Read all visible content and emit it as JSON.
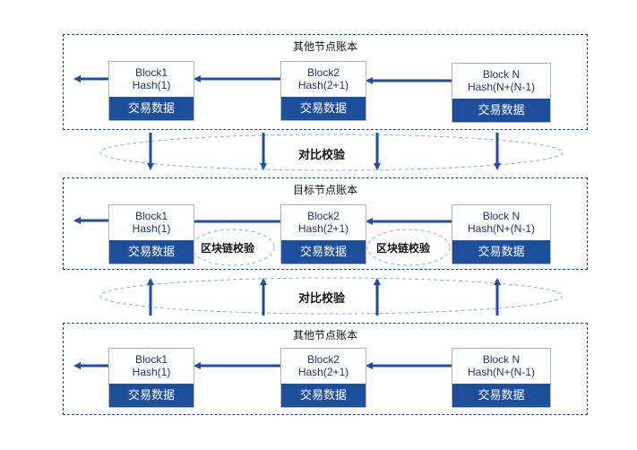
{
  "ledgers": [
    {
      "title": "其他节点账本",
      "blocks": [
        {
          "name": "Block1",
          "hash": "Hash(1)",
          "tx": "交易数据"
        },
        {
          "name": "Block2",
          "hash": "Hash(2+1)",
          "tx": "交易数据"
        },
        {
          "name": "Block N",
          "hash": "Hash(N+(N-1)",
          "tx": "交易数据"
        }
      ]
    },
    {
      "title": "目标节点账本",
      "blocks": [
        {
          "name": "Block1",
          "hash": "Hash(1)",
          "tx": "交易数据"
        },
        {
          "name": "Block2",
          "hash": "Hash(2+1)",
          "tx": "交易数据"
        },
        {
          "name": "Block N",
          "hash": "Hash(N+(N-1)",
          "tx": "交易数据"
        }
      ],
      "chain_check_labels": [
        "区块链校验",
        "区块链校验"
      ]
    },
    {
      "title": "其他节点账本",
      "blocks": [
        {
          "name": "Block1",
          "hash": "Hash(1)",
          "tx": "交易数据"
        },
        {
          "name": "Block2",
          "hash": "Hash(2+1)",
          "tx": "交易数据"
        },
        {
          "name": "Block N",
          "hash": "Hash(N+(N-1)",
          "tx": "交易数据"
        }
      ]
    }
  ],
  "compare_labels": [
    "对比校验",
    "对比校验"
  ],
  "colors": {
    "arrow": "#1f4e9a",
    "block_fill": "#1f4e9a",
    "dashed_border": "#2b3f7a",
    "ellipse": "#8aaad6"
  }
}
